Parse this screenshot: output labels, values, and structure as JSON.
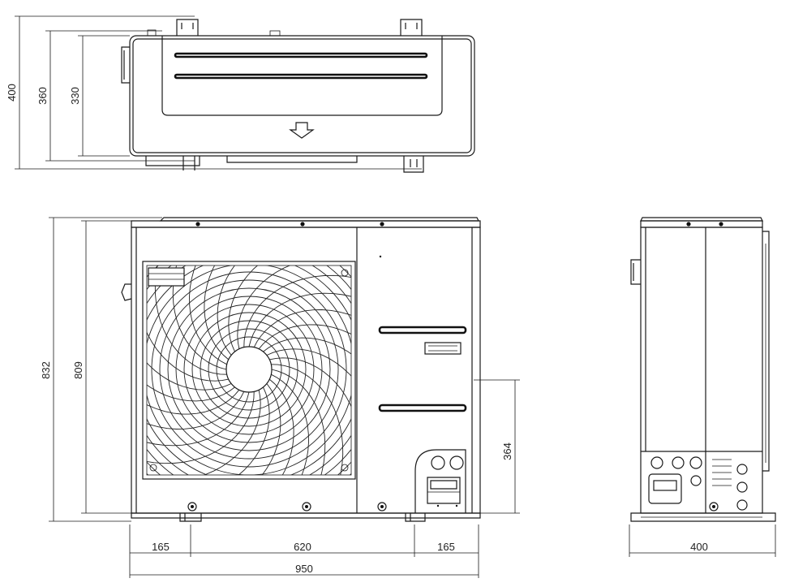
{
  "dimensions": {
    "top_view": {
      "depth_overall": "400",
      "depth_body": "360",
      "depth_inner": "330"
    },
    "front_view": {
      "height_overall": "832",
      "height_body": "809",
      "pipe_height": "364",
      "foot_left_offset": "165",
      "foot_spacing": "620",
      "foot_right_offset": "165",
      "width_overall": "950"
    },
    "side_view": {
      "depth": "400"
    }
  },
  "colors": {
    "line": "#1a1a1a",
    "background": "#ffffff"
  }
}
